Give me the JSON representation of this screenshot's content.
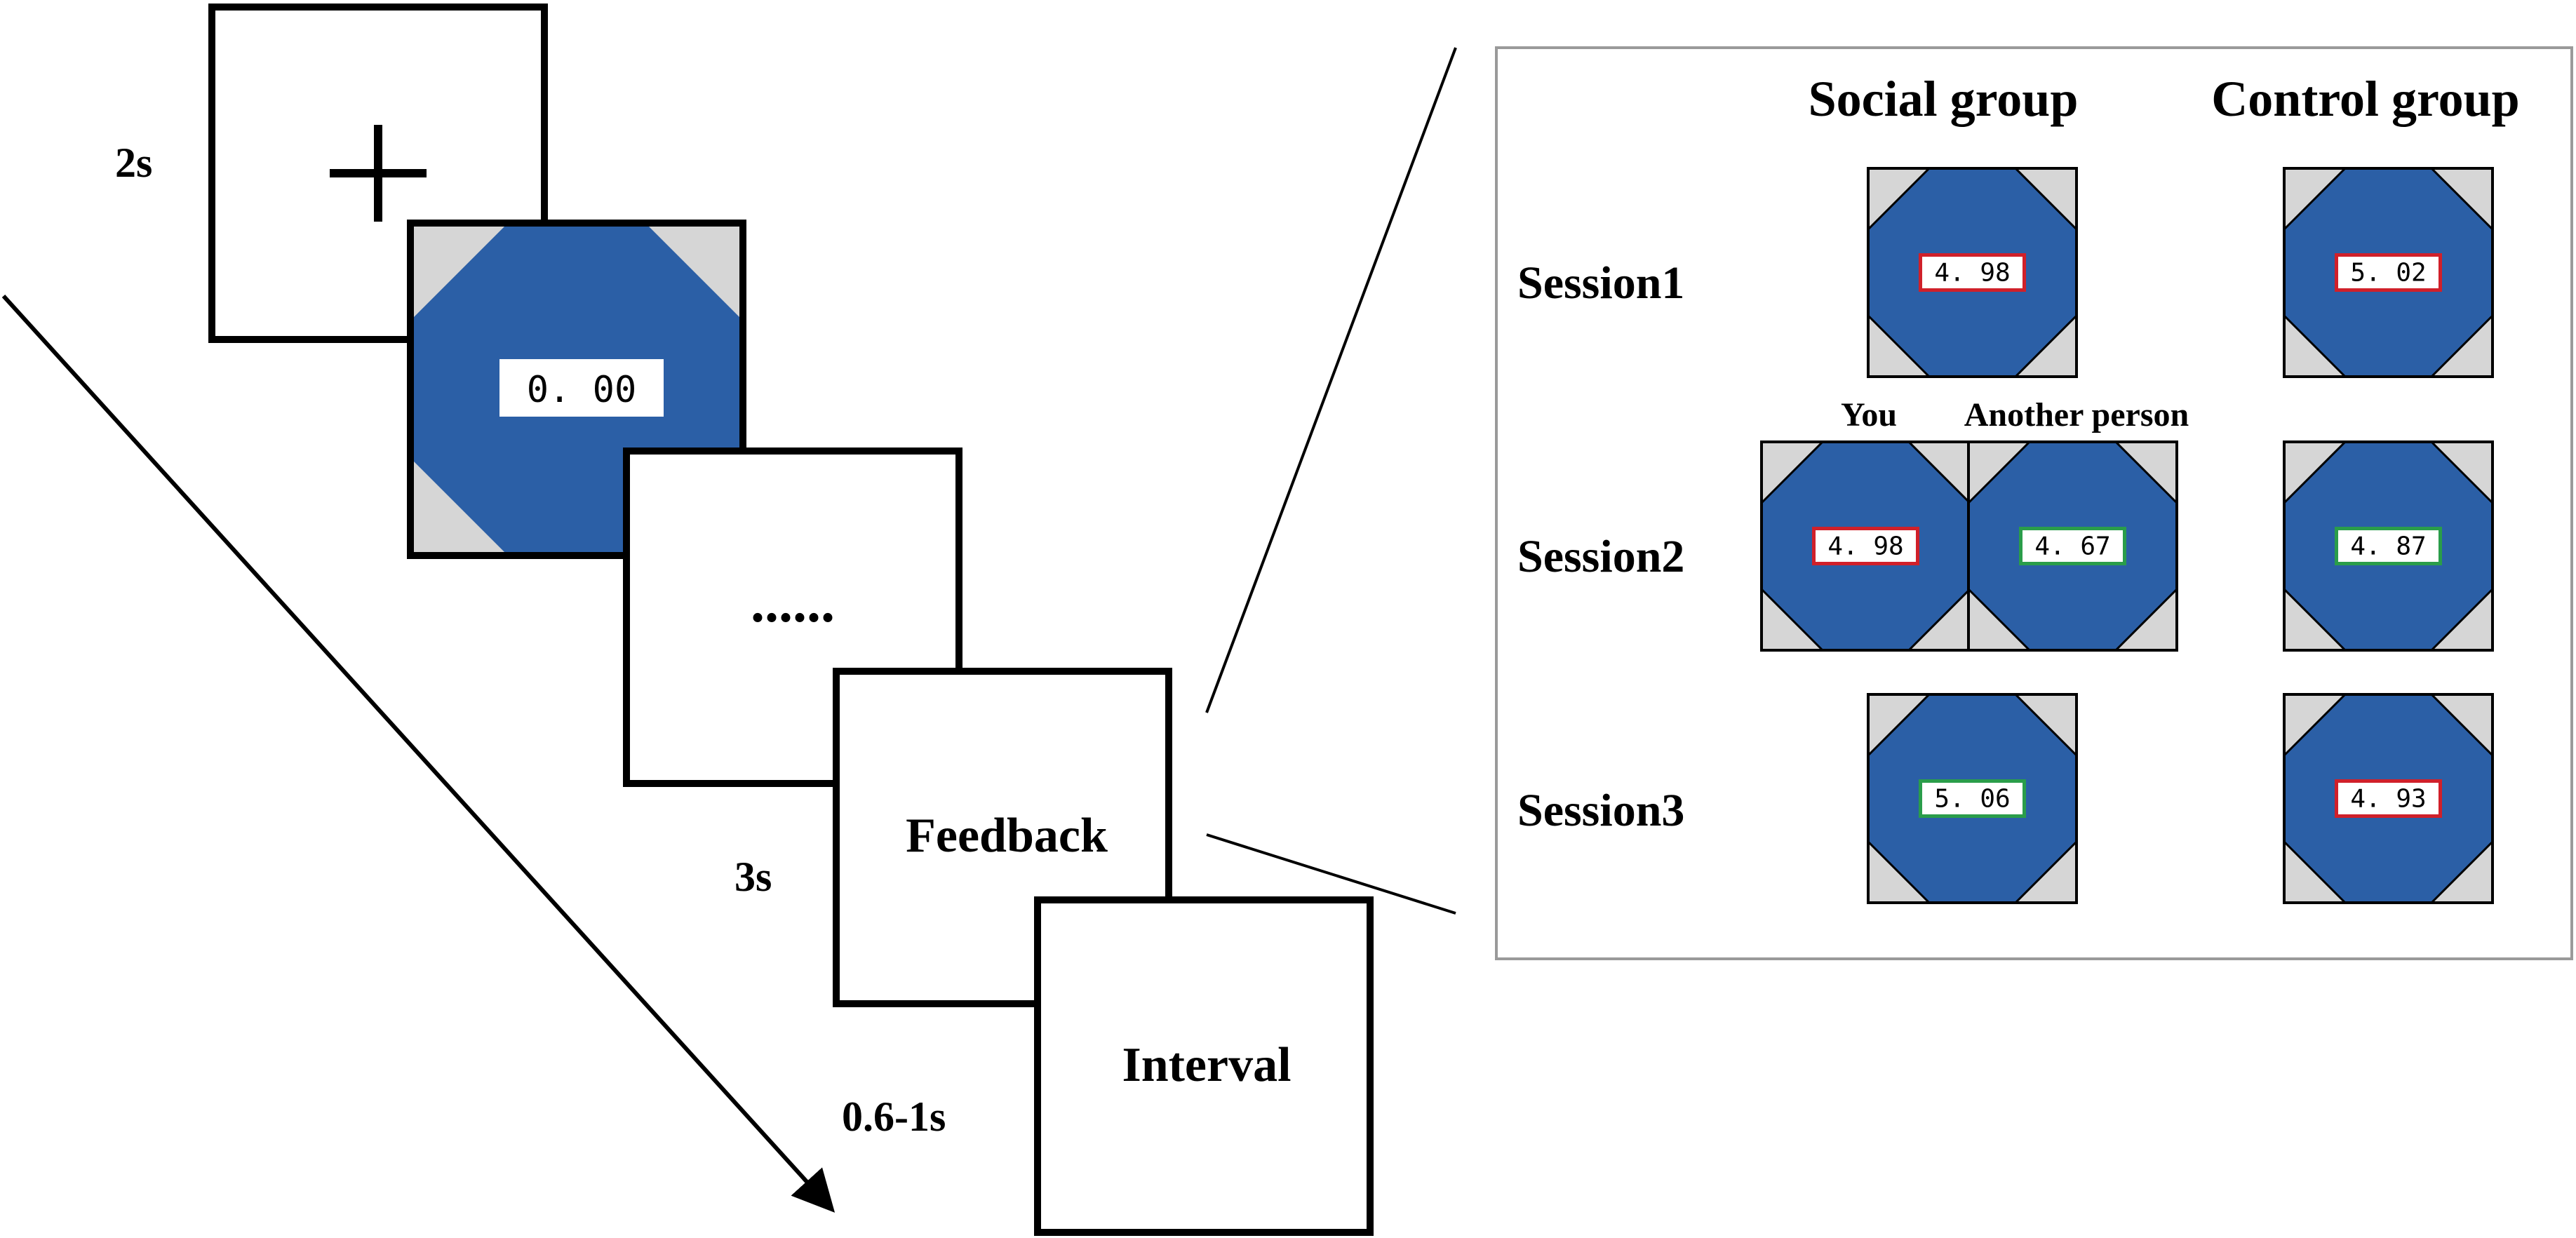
{
  "colors": {
    "stimulus_blue": "#2b5fa6",
    "corner_gray": "#d6d6d6",
    "red_frame": "#d0202a",
    "green_frame": "#2a9d4a"
  },
  "sequence": {
    "fixation": {
      "symbol": "+",
      "duration": "2s"
    },
    "stimulus": {
      "readout": "0. 00"
    },
    "waiting": {
      "dots": "......"
    },
    "feedback": {
      "label": "Feedback",
      "duration": "3s"
    },
    "interval": {
      "label": "Interval",
      "duration": "0.6-1s"
    }
  },
  "feedback_panel": {
    "columns": {
      "social": "Social group",
      "control": "Control group"
    },
    "rows": {
      "session1": "Session1",
      "session2": "Session2",
      "session3": "Session3"
    },
    "session2_labels": {
      "you": "You",
      "another": "Another person"
    },
    "values": {
      "s1_social": {
        "value": "4. 98",
        "frame": "red"
      },
      "s1_control": {
        "value": "5. 02",
        "frame": "red"
      },
      "s2_you": {
        "value": "4. 98",
        "frame": "red"
      },
      "s2_another": {
        "value": "4. 67",
        "frame": "green"
      },
      "s2_control": {
        "value": "4. 87",
        "frame": "green"
      },
      "s3_social": {
        "value": "5. 06",
        "frame": "green"
      },
      "s3_control": {
        "value": "4. 93",
        "frame": "red"
      }
    }
  }
}
